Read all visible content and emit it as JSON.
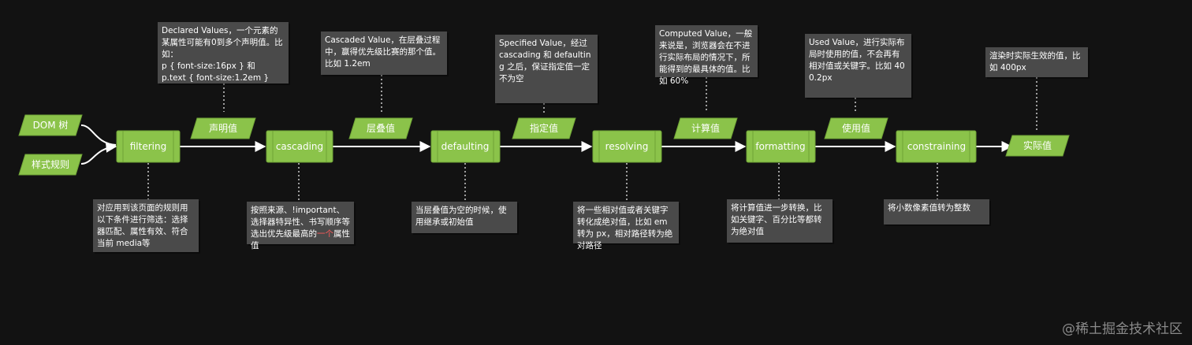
{
  "inputs": [
    "DOM 树",
    "样式规则"
  ],
  "steps": [
    "filtering",
    "cascading",
    "defaulting",
    "resolving",
    "formatting",
    "constraining"
  ],
  "values": [
    "声明值",
    "层叠值",
    "指定值",
    "计算值",
    "使用值",
    "实际值"
  ],
  "notes": {
    "declared": "Declared Values，一个元素的某属性可能有0到多个声明值。比如：\np { font-size:16px } 和\np.text { font-size:1.2em }",
    "cascaded": "Cascaded Value，在层叠过程中，赢得优先级比赛的那个值。比如 1.2em",
    "specified": "Specified Value，经过 cascading 和 defaulting 之后，保证指定值一定不为空",
    "computed": "Computed Value，一般来说是，浏览器会在不进行实际布局的情况下，所能得到的最具体的值。比如 60%",
    "used": "Used Value，进行实际布局时使用的值，不会再有相对值或关键字。比如 400.2px",
    "actual": "渲染时实际生效的值，比如 400px",
    "filtering": "对应用到该页面的规则用以下条件进行筛选：选择器匹配、属性有效、符合当前 media等",
    "cascading_pre": "按照来源、!important、选择器特异性、书写顺序等选出优先级最高的",
    "cascading_hl": "一个",
    "cascading_post": "属性值",
    "defaulting": "当层叠值为空的时候，使用继承或初始值",
    "resolving": "将一些相对值或者关键字转化成绝对值，比如 em 转为 px，相对路径转为绝对路径",
    "formatting": "将计算值进一步转换，比如关键字、百分比等都转为绝对值",
    "constraining": "将小数像素值转为整数"
  },
  "colors": {
    "background": "#121212",
    "node_fill": "#8bc34a",
    "node_stroke": "#6fa336",
    "note_fill": "#4a4a4a",
    "connector": "#ffffff",
    "highlight": "#ff5a5a"
  },
  "watermark": "@稀土掘金技术社区"
}
